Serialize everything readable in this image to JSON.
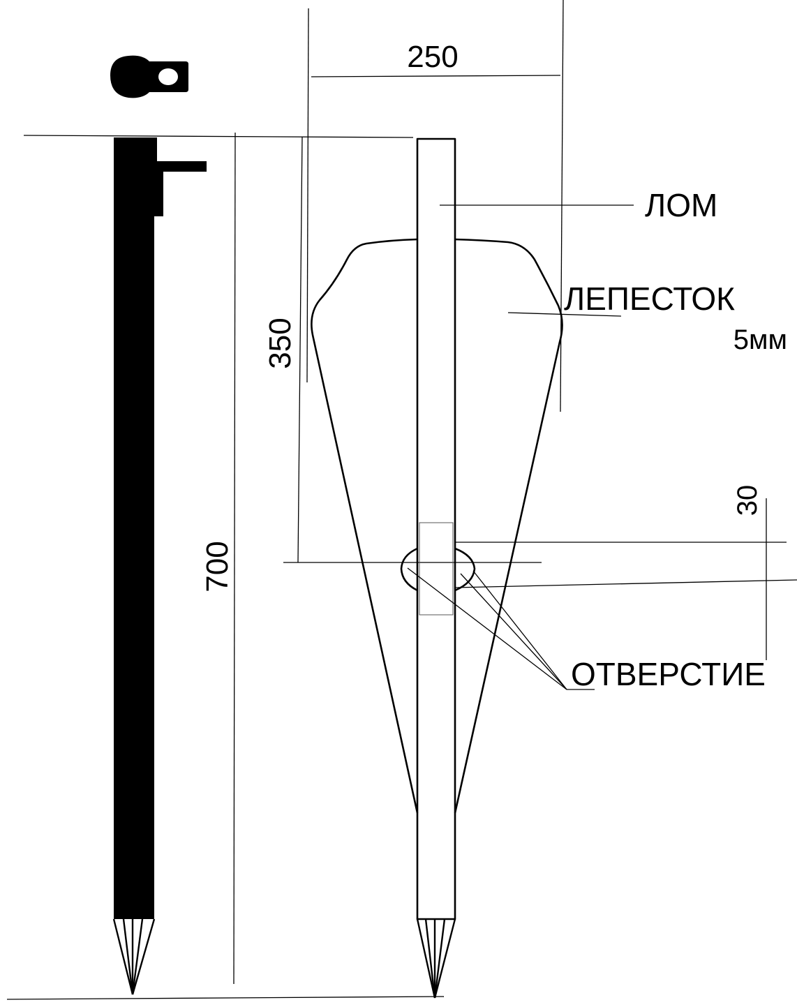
{
  "labels": {
    "lom": "ЛОМ",
    "lepestok": "ЛЕПЕСТОК",
    "thickness": "5мм",
    "otverstie": "ОТВЕРСТИЕ"
  },
  "dimensions": {
    "width": "250",
    "petal_height": "350",
    "total_height": "700",
    "hole_size": "30"
  },
  "colors": {
    "ink": "#000000",
    "paper": "#ffffff"
  }
}
